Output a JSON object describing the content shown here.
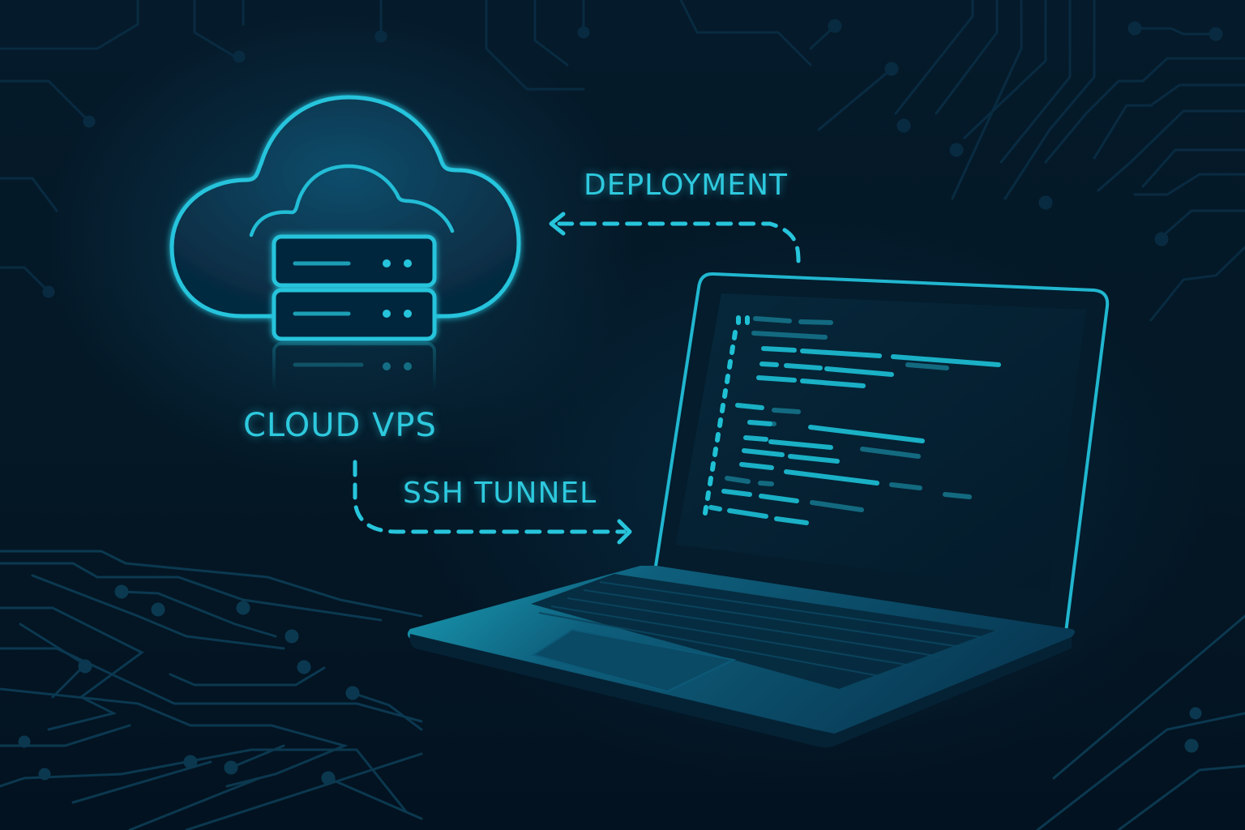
{
  "labels": {
    "deployment": "DEPLOYMENT",
    "cloud_vps": "CLOUD VPS",
    "ssh_tunnel": "SSH TUNNEL"
  },
  "icons": {
    "cloud": "cloud-icon",
    "server": "server-stack-icon",
    "laptop": "laptop-icon",
    "deployment_arrow": "dashed-arrow-left-icon",
    "ssh_arrow": "dashed-arrow-right-icon"
  },
  "colors": {
    "accent": "#2ec9de",
    "background": "#031624",
    "circuit": "#0d3a52",
    "code_bright": "#1fb8cc",
    "code_dim": "#136a80"
  }
}
